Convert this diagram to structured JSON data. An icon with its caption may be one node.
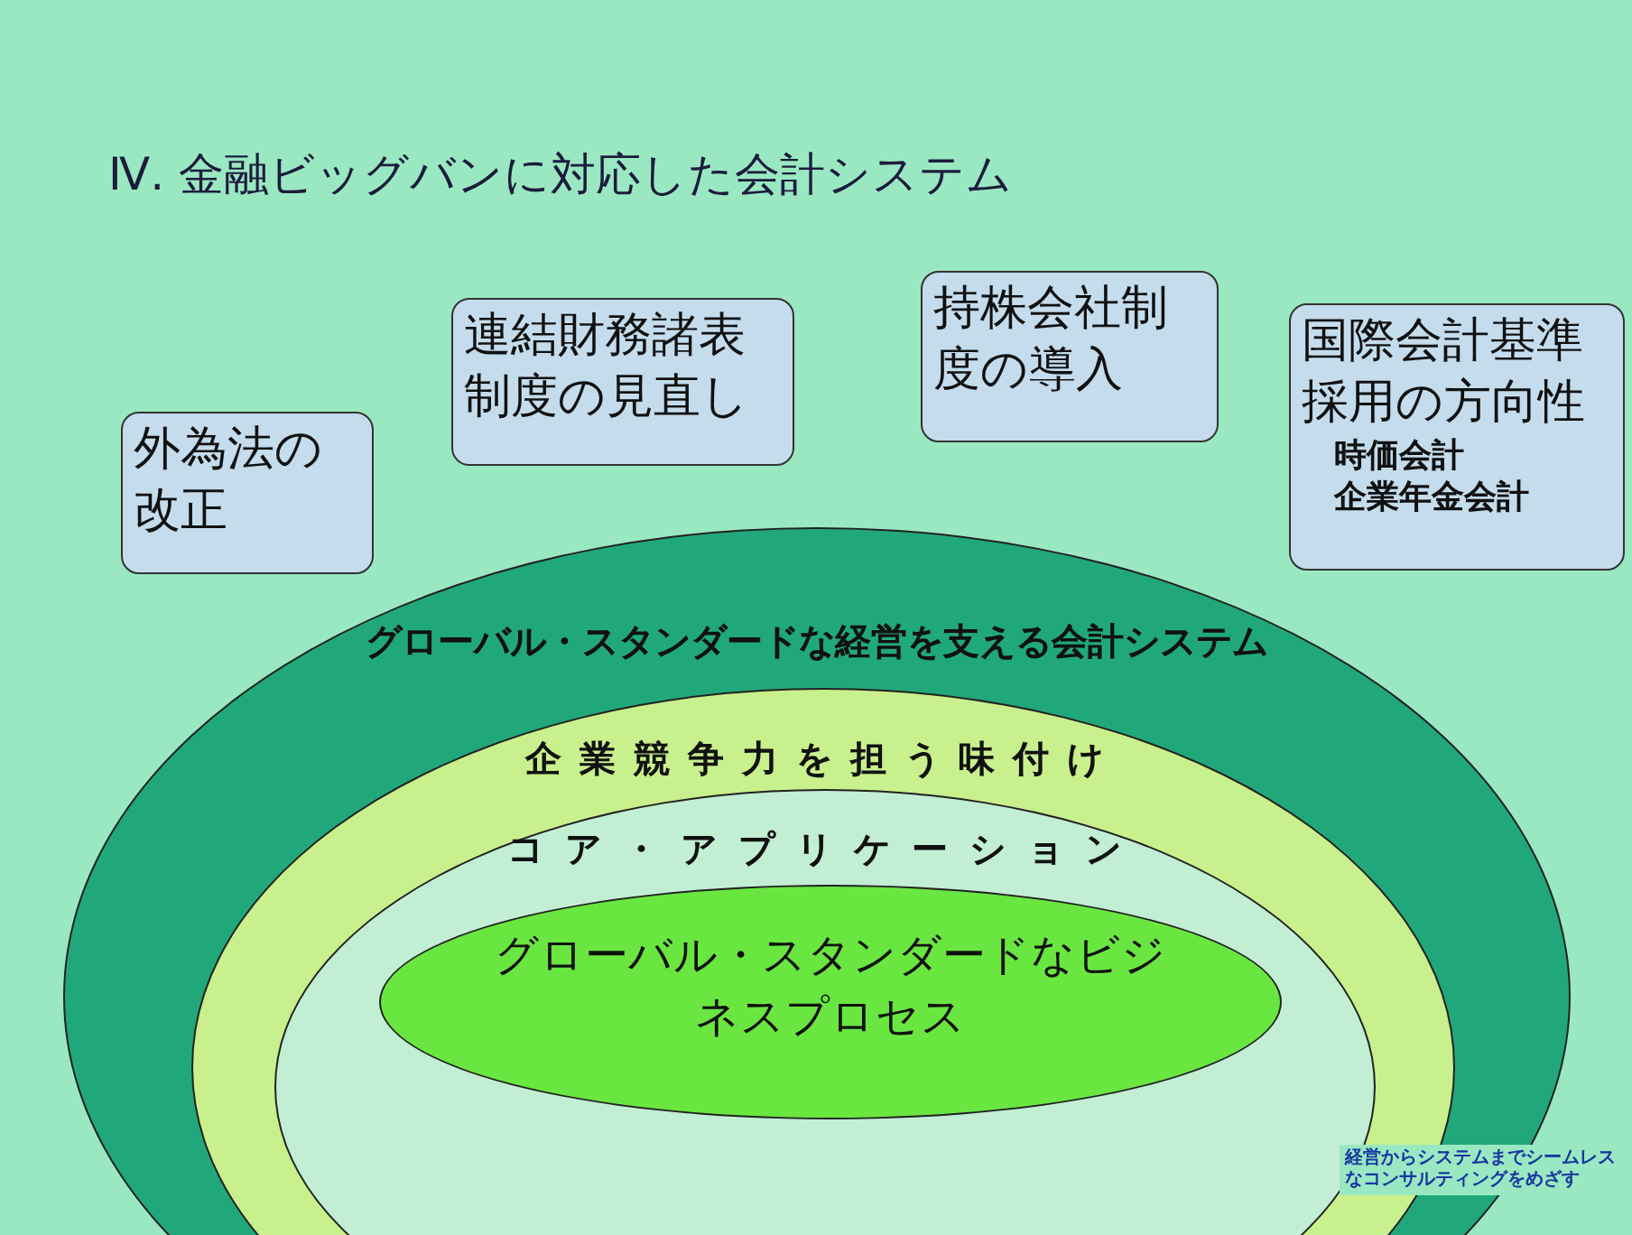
{
  "diagram": {
    "title": "Ⅳ. 金融ビッグバンに対応した会計システム",
    "nodes": [
      {
        "text": [
          "外為法の改正"
        ]
      },
      {
        "text": [
          "連結財務諸表制度の見直し"
        ]
      },
      {
        "text": [
          "持株会社制度の導入"
        ]
      },
      {
        "text": [
          "国際会計基準採用の方向性",
          "時価会計",
          "企業年金会計"
        ]
      },
      {
        "text": [
          "グローバル・スタンダードな経営を支える会計システム"
        ]
      },
      {
        "text": [
          "企業競争力を担う味付け"
        ],
        "in": 4
      },
      {
        "text": [
          "コア・アプリケーション"
        ],
        "in": 5
      },
      {
        "text": [
          "グローバル・スタンダードなビジネスプロセス"
        ],
        "in": 6
      }
    ],
    "labels": [
      "経営からシステムまでシームレスなコンサルティングをめざす"
    ]
  }
}
